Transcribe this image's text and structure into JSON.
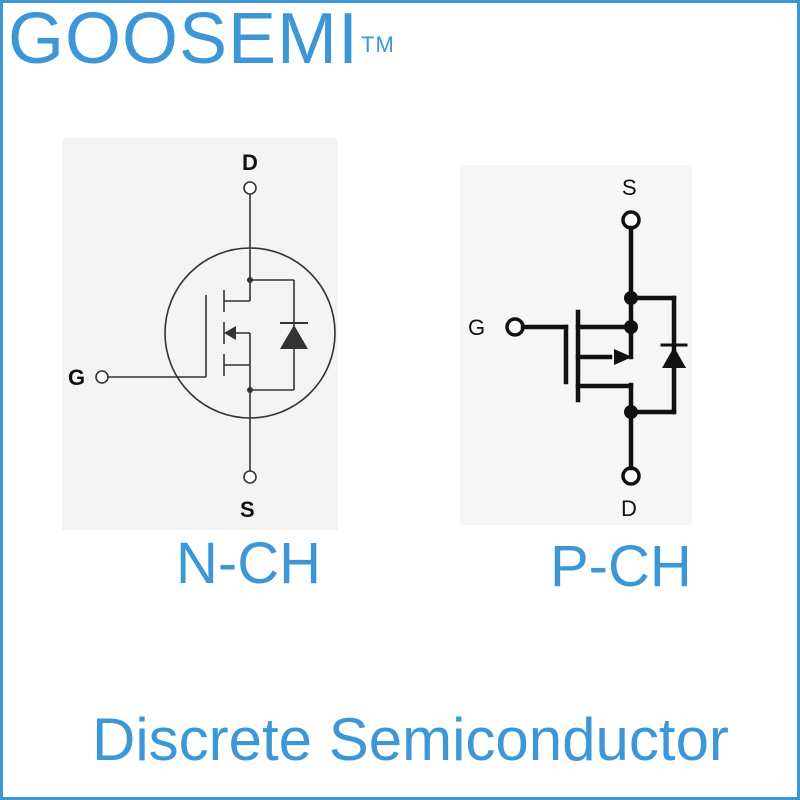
{
  "brand": {
    "name": "GOOSEMI",
    "trademark": "TM"
  },
  "n_channel": {
    "caption": "N-CH",
    "pins": {
      "drain": "D",
      "gate": "G",
      "source": "S"
    }
  },
  "p_channel": {
    "caption": "P-CH",
    "pins": {
      "source": "S",
      "gate": "G",
      "drain": "D"
    }
  },
  "tagline": "Discrete Semiconductor",
  "colors": {
    "accent": "#3d97d6",
    "ink": "#111111",
    "panel": "#f4f4f4"
  }
}
